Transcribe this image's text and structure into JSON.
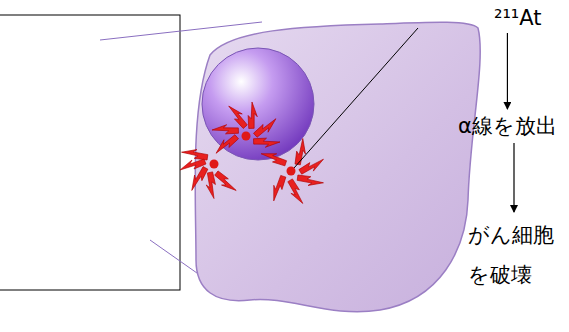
{
  "diagram": {
    "nodes": [
      {
        "text": [
          "²¹¹At"
        ]
      },
      {
        "text": [
          "α線を放出"
        ]
      },
      {
        "text": [
          "がん細胞 を破壊"
        ]
      }
    ],
    "edges": [
      {
        "from": 0,
        "to": 1,
        "arrow": "to"
      },
      {
        "from": 1,
        "to": 2,
        "arrow": "to"
      }
    ]
  }
}
